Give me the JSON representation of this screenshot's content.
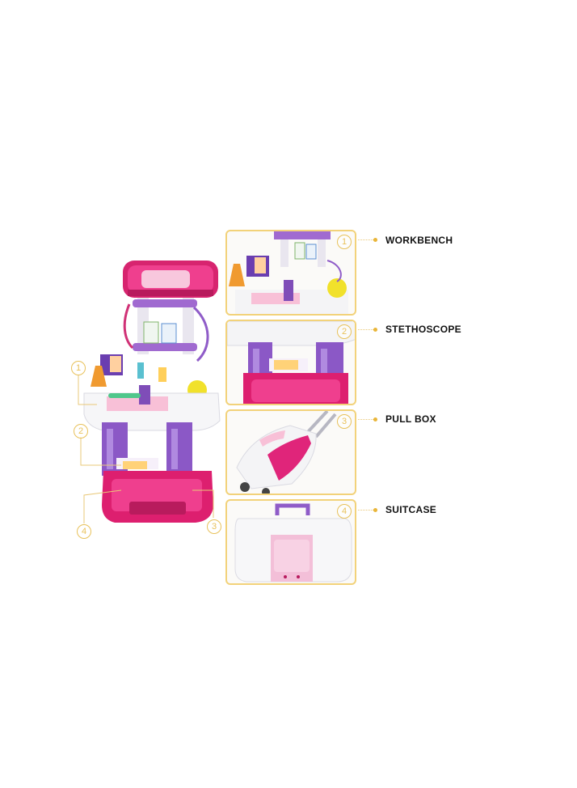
{
  "callouts": [
    {
      "number": "1",
      "label": "WORKBENCH"
    },
    {
      "number": "2",
      "label": "STETHOSCOPE"
    },
    {
      "number": "3",
      "label": "PULL BOX"
    },
    {
      "number": "4",
      "label": "SUITCASE"
    }
  ],
  "colors": {
    "accent_yellow": "#f2d27a",
    "toy_pink": "#e0257a",
    "toy_purple": "#8f5cc8",
    "toy_white": "#f4f4f6"
  }
}
